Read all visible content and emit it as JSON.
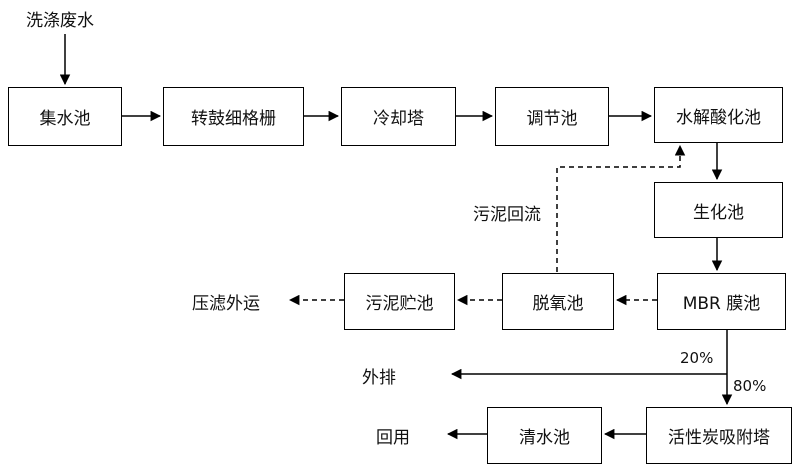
{
  "nodes": {
    "input": "洗涤废水",
    "collection_tank": "集水池",
    "drum_screen": "转鼓细格栅",
    "cooling_tower": "冷却塔",
    "equalization_tank": "调节池",
    "hydrolysis_tank": "水解酸化池",
    "biochemical_tank": "生化池",
    "mbr_tank": "MBR 膜池",
    "deoxygenation_tank": "脱氧池",
    "sludge_storage_tank": "污泥贮池",
    "press_filter_out": "压滤外运",
    "activated_carbon_tower": "活性炭吸附塔",
    "clear_water_tank": "清水池",
    "reuse": "回用",
    "discharge": "外排"
  },
  "labels": {
    "sludge_return": "污泥回流",
    "discharge_percent": "20%",
    "reuse_percent": "80%"
  }
}
